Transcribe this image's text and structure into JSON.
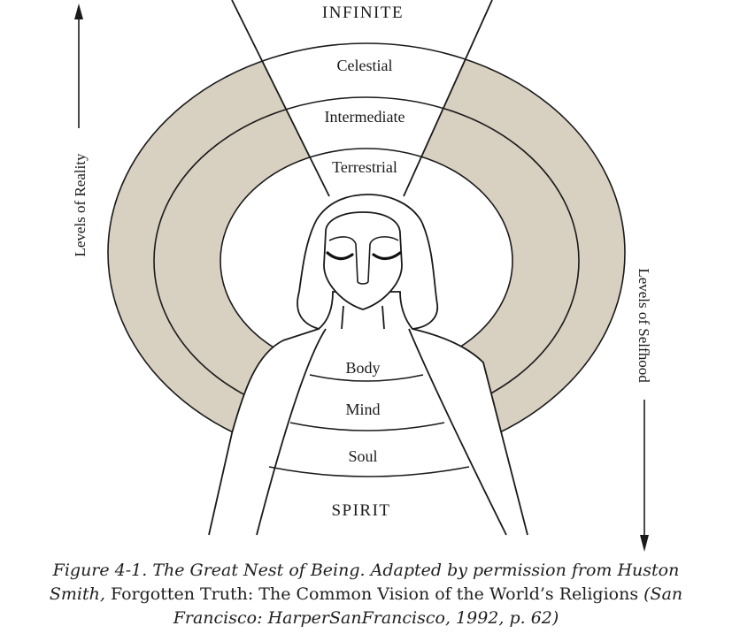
{
  "diagram": {
    "top_label": "INFINITE",
    "bottom_label": "SPIRIT",
    "reality_levels": [
      "Celestial",
      "Intermediate",
      "Terrestrial"
    ],
    "selfhood_levels": [
      "Body",
      "Mind",
      "Soul"
    ],
    "left_axis_label": "Levels of Reality",
    "right_axis_label": "Levels of Selfhood",
    "colors": {
      "ring_fill": "#d8d0c0",
      "line": "#1a1a1a",
      "background": "#ffffff"
    }
  },
  "caption": {
    "prefix": "Figure 4-1. The Great Nest of Being. Adapted by permission from Huston",
    "author_end": "Smith,",
    "book_title": "Forgotten Truth: The Common Vision of the World’s Religions",
    "place_open": "(San",
    "place_rest": "Francisco: HarperSanFrancisco, 1992, p. 62)"
  }
}
